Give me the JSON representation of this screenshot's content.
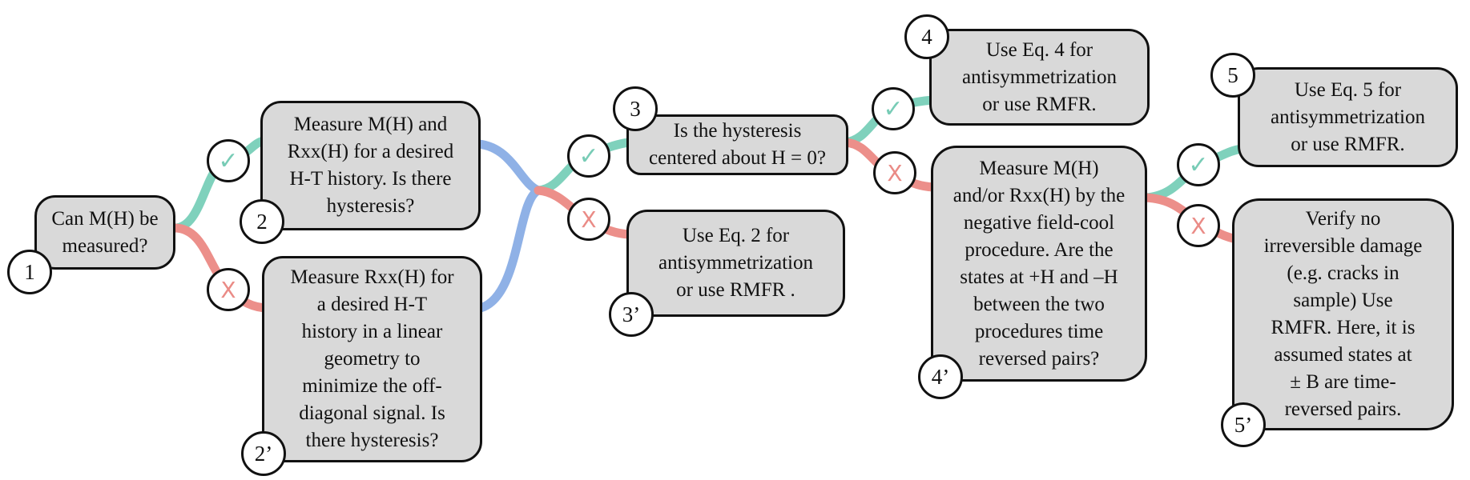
{
  "colors": {
    "yes_wire": "#7fd1bc",
    "no_wire": "#ec8f8a",
    "merge_wire": "#8fb1e6",
    "box_fill": "#d9d9d9",
    "box_stroke": "#111111"
  },
  "badges": {
    "yes": "✓",
    "no": "X"
  },
  "nodes": {
    "n1": {
      "number": "1",
      "text": "Can M(H) be\nmeasured?"
    },
    "n2": {
      "number": "2",
      "text": "Measure M(H) and\nRxx(H) for a desired\nH-T history. Is there\nhysteresis?"
    },
    "n2p": {
      "number": "2’",
      "text": "Measure Rxx(H) for\na desired H-T\nhistory in a linear\ngeometry to\nminimize the off-\ndiagonal signal. Is\nthere hysteresis?"
    },
    "n3": {
      "number": "3",
      "text": "Is the hysteresis\ncentered about H = 0?"
    },
    "n3p": {
      "number": "3’",
      "text": "Use Eq. 2 for\nantisymmetrization\nor use RMFR ."
    },
    "n4": {
      "number": "4",
      "text": "Use Eq. 4 for\nantisymmetrization\nor use RMFR."
    },
    "n4p": {
      "number": "4’",
      "text": "Measure M(H)\nand/or Rxx(H) by the\nnegative  field-cool\nprocedure. Are the\nstates at +H and –H\nbetween the two\nprocedures time\nreversed pairs?"
    },
    "n5": {
      "number": "5",
      "text": "Use Eq. 5 for\nantisymmetrization\nor use RMFR."
    },
    "n5p": {
      "number": "5’",
      "text": "Verify no\nirreversible damage\n(e.g. cracks in\nsample) Use\nRMFR. Here, it is\nassumed states at\n± B are time-\nreversed pairs."
    }
  }
}
